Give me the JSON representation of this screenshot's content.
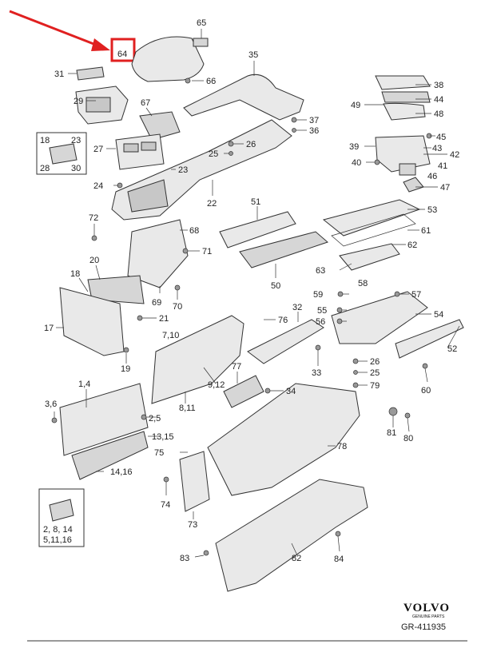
{
  "diagram": {
    "highlighted_part": "64",
    "highlight_color": "#e02020",
    "labels": {
      "p65": "65",
      "p64": "64",
      "p35": "35",
      "p31": "31",
      "p66": "66",
      "p38": "38",
      "p44": "44",
      "p49": "49",
      "p48": "48",
      "p29": "29",
      "p67": "67",
      "p37": "37",
      "p36": "36",
      "p45": "45",
      "p43": "43",
      "p18a": "18",
      "p23a": "23",
      "p27": "27",
      "p26a": "26",
      "p39": "39",
      "p42": "42",
      "p25a": "25",
      "p28": "28",
      "p30": "30",
      "p40": "40",
      "p41": "41",
      "p46": "46",
      "p23b": "23",
      "p24": "24",
      "p47": "47",
      "p22": "22",
      "p51": "51",
      "p53": "53",
      "p72": "72",
      "p68": "68",
      "p61": "61",
      "p62": "62",
      "p71": "71",
      "p20": "20",
      "p50": "50",
      "p63": "63",
      "p18b": "18",
      "p58": "58",
      "p69": "69",
      "p70": "70",
      "p59": "59",
      "p57": "57",
      "p32": "32",
      "p55": "55",
      "p54": "54",
      "p21": "21",
      "p76": "76",
      "p56": "56",
      "p17": "17",
      "p710": "7,10",
      "p52": "52",
      "p19": "19",
      "p33": "33",
      "p26b": "26",
      "p25b": "25",
      "p77": "77",
      "p912": "9,12",
      "p14": "1,4",
      "p79": "79",
      "p34": "34",
      "p60": "60",
      "p36b": "3,6",
      "p811": "8,11",
      "p25c": "2,5",
      "p1315": "13,15",
      "p81": "81",
      "p80": "80",
      "p78": "78",
      "p75": "75",
      "p1416": "14,16",
      "p74": "74",
      "p73": "73",
      "p82": "82",
      "p83": "83",
      "p84": "84",
      "inset1": "2, 8, 14",
      "inset2": "5,11,16"
    }
  },
  "brand": {
    "name": "VOLVO",
    "tagline": "GENUINE PARTS"
  },
  "drawing_code": "GR-411935"
}
